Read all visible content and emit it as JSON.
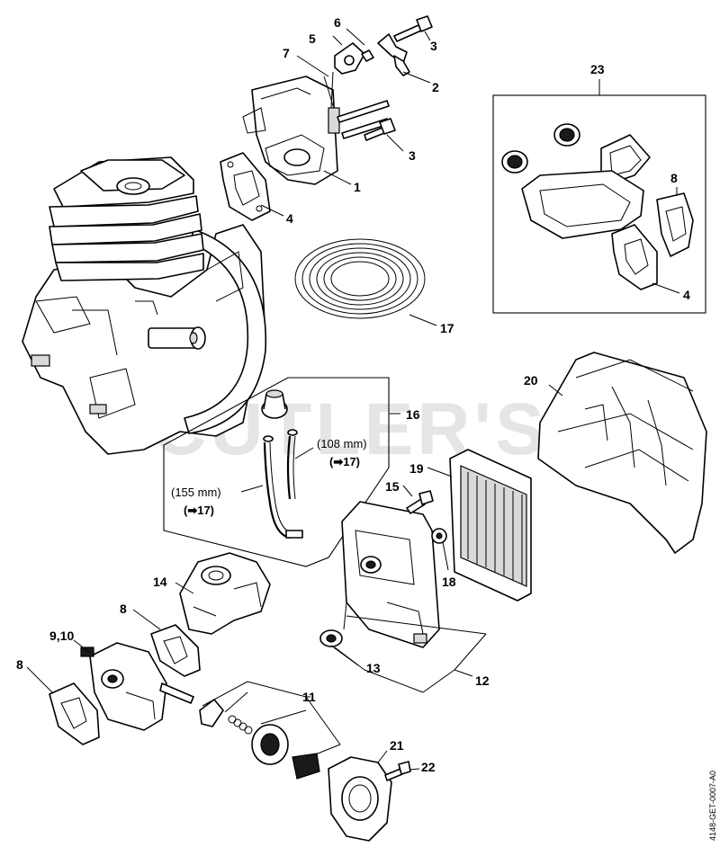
{
  "watermark": "CUTLER'S",
  "diagram_code": "4148-GET-0007-A0",
  "labels": {
    "p1": "1",
    "p2": "2",
    "p3a": "3",
    "p3b": "3",
    "p4a": "4",
    "p4b": "4",
    "p5": "5",
    "p6": "6",
    "p7": "7",
    "p8a": "8",
    "p8b": "8",
    "p8c": "8",
    "p910": "9,10",
    "p11": "11",
    "p12": "12",
    "p13": "13",
    "p14": "14",
    "p15": "15",
    "p16": "16",
    "p17": "17",
    "p18": "18",
    "p19": "19",
    "p20": "20",
    "p21": "21",
    "p22": "22",
    "p23": "23"
  },
  "hose_lengths": {
    "long_value": "(155 mm)",
    "long_ref": "(➡17)",
    "short_value": "(108 mm)",
    "short_ref": "(➡17)"
  }
}
